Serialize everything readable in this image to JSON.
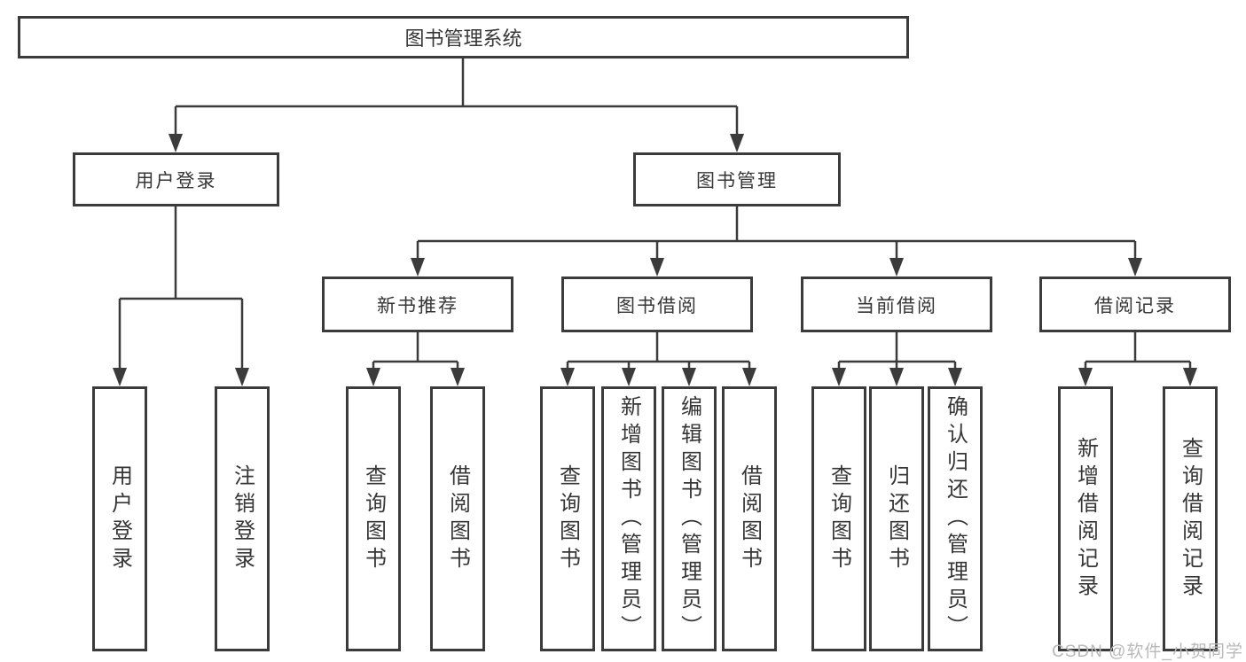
{
  "diagram": {
    "root": {
      "label": "图书管理系统"
    },
    "user_login": {
      "label": "用户登录",
      "leaves": [
        "用户登录",
        "注销登录"
      ]
    },
    "book_mgmt": {
      "label": "图书管理",
      "children": [
        {
          "label": "新书推荐",
          "leaves": [
            "查询图书",
            "借阅图书"
          ]
        },
        {
          "label": "图书借阅",
          "leaves": [
            "查询图书",
            "新增图书（管理员）",
            "编辑图书（管理员）",
            "借阅图书"
          ]
        },
        {
          "label": "当前借阅",
          "leaves": [
            "查询图书",
            "归还图书",
            "确认归还（管理员）"
          ]
        },
        {
          "label": "借阅记录",
          "leaves": [
            "新增借阅记录",
            "查询借阅记录"
          ]
        }
      ]
    },
    "watermark": "CSDN @软件_小贺同学",
    "colors": {
      "line": "#3b3b3b",
      "text": "#363636",
      "background": "#ffffff",
      "watermark": "#b9b9b9"
    }
  }
}
